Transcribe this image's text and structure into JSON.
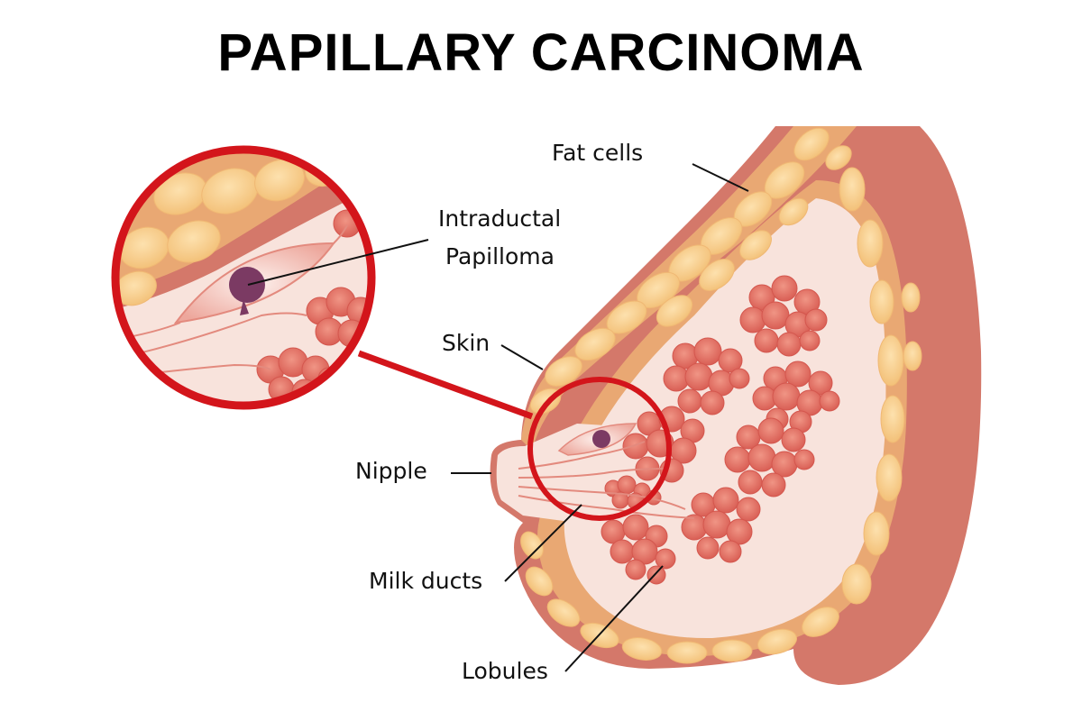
{
  "title": "PAPILLARY CARCINOMA",
  "labels": {
    "fat_cells": "Fat cells",
    "intraductal_line1": "Intraductal",
    "intraductal_line2": "Papilloma",
    "skin": "Skin",
    "nipple": "Nipple",
    "milk_ducts": "Milk ducts",
    "lobules": "Lobules"
  },
  "colors": {
    "skin": "#d4786a",
    "fat_band": "#e9a873",
    "fat_cell": "#f7cf8f",
    "tissue": "#f8e3dc",
    "lobule": "#e06a60",
    "lobule_light": "#ee8a7e",
    "magnifier_ring": "#d3151b",
    "papilloma": "#7b3a63",
    "duct_fill": "#f4c6bd"
  }
}
